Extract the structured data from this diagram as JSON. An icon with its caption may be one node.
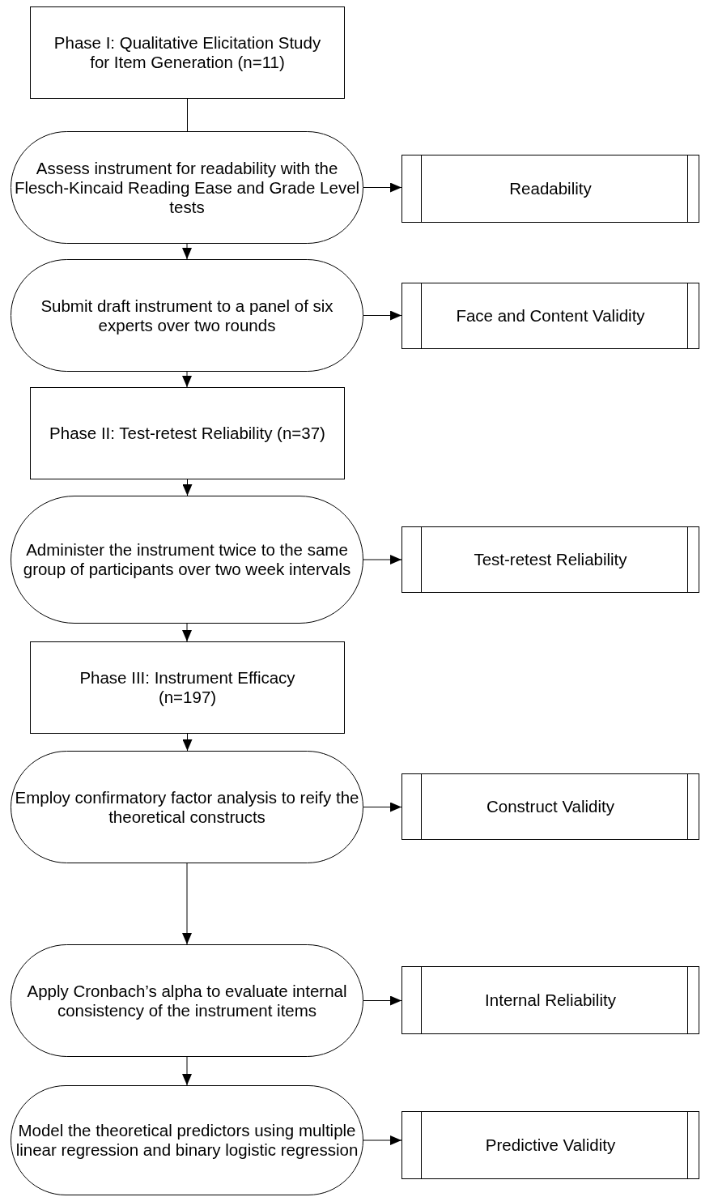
{
  "diagram": {
    "nodes": [
      {
        "text": [
          "Phase I: Qualitative Elicitation Study for Item Generation (n=11)"
        ]
      },
      {
        "text": [
          "Assess instrument for readability with the Flesch-Kincaid Reading Ease and Grade Level tests"
        ]
      },
      {
        "text": [
          "Readability"
        ]
      },
      {
        "text": [
          "Submit draft instrument to a panel of six experts over two rounds"
        ]
      },
      {
        "text": [
          "Face and Content Validity"
        ]
      },
      {
        "text": [
          "Phase II: Test-retest Reliability (n=37)"
        ]
      },
      {
        "text": [
          "Administer the instrument twice to the same group of participants over two week intervals"
        ]
      },
      {
        "text": [
          "Test-retest Reliability"
        ]
      },
      {
        "text": [
          "Phase III: Instrument Efficacy (n=197)"
        ]
      },
      {
        "text": [
          "Employ confirmatory factor analysis to reify the theoretical constructs"
        ]
      },
      {
        "text": [
          "Construct Validity"
        ]
      },
      {
        "text": [
          "Apply Cronbach’s alpha to evaluate internal consistency of the instrument items"
        ]
      },
      {
        "text": [
          "Internal Reliability"
        ]
      },
      {
        "text": [
          "Model the theoretical predictors using multiple linear regression and binary logistic regression"
        ]
      },
      {
        "text": [
          "Predictive Validity"
        ]
      }
    ],
    "edges": [
      {
        "from": 0,
        "to": 1,
        "arrow": "none"
      },
      {
        "from": 1,
        "to": 2,
        "arrow": "to"
      },
      {
        "from": 1,
        "to": 3,
        "arrow": "to"
      },
      {
        "from": 3,
        "to": 4,
        "arrow": "to"
      },
      {
        "from": 3,
        "to": 5,
        "arrow": "to"
      },
      {
        "from": 5,
        "to": 6,
        "arrow": "to"
      },
      {
        "from": 6,
        "to": 7,
        "arrow": "to"
      },
      {
        "from": 6,
        "to": 8,
        "arrow": "to"
      },
      {
        "from": 8,
        "to": 9,
        "arrow": "to"
      },
      {
        "from": 9,
        "to": 10,
        "arrow": "to"
      },
      {
        "from": 9,
        "to": 11,
        "arrow": "to"
      },
      {
        "from": 11,
        "to": 12,
        "arrow": "to"
      },
      {
        "from": 11,
        "to": 13,
        "arrow": "to"
      },
      {
        "from": 13,
        "to": 14,
        "arrow": "to"
      }
    ]
  }
}
